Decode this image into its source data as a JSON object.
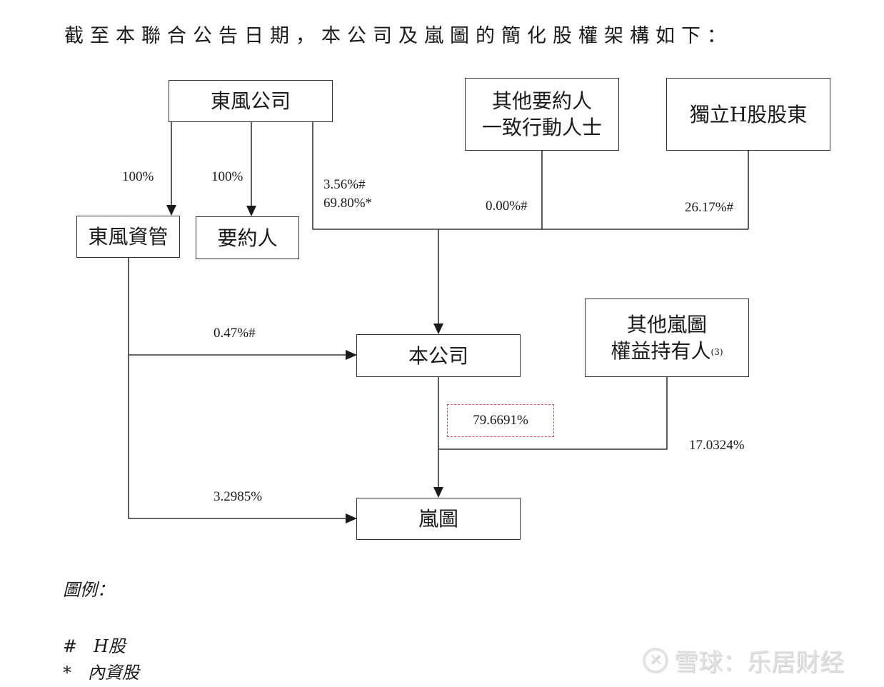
{
  "intro_text": "截至本聯合公告日期，本公司及嵐圖的簡化股權架構如下：",
  "entities": {
    "dongfeng": "東風公司",
    "dongfeng_am": "東風資管",
    "offeror": "要約人",
    "concert_line1": "其他要約人",
    "concert_line2": "一致行動人士",
    "h_holders": "獨立H股股東",
    "company": "本公司",
    "other_holders_line1": "其他嵐圖",
    "other_holders_line2": "權益持有人",
    "other_holders_note": "(3)",
    "voyah": "嵐圖"
  },
  "percentages": {
    "df_to_am": "100%",
    "df_to_offeror": "100%",
    "df_to_company_h": "3.56%#",
    "df_to_company_domestic": "69.80%*",
    "concert_to_company": "0.00%#",
    "h_to_company": "26.17%#",
    "am_to_company": "0.47%#",
    "company_to_voyah": "79.6691%",
    "others_to_voyah": "17.0324%",
    "am_to_voyah": "3.2985%"
  },
  "legend": {
    "title": "圖例：",
    "items": [
      {
        "symbol": "#",
        "label": "H股"
      },
      {
        "symbol": "*",
        "label": "內資股"
      }
    ]
  },
  "watermark": {
    "logo_glyph": "✕",
    "text": "雪球：乐居财经"
  },
  "colors": {
    "line": "#333333",
    "highlight": "#e05050"
  }
}
